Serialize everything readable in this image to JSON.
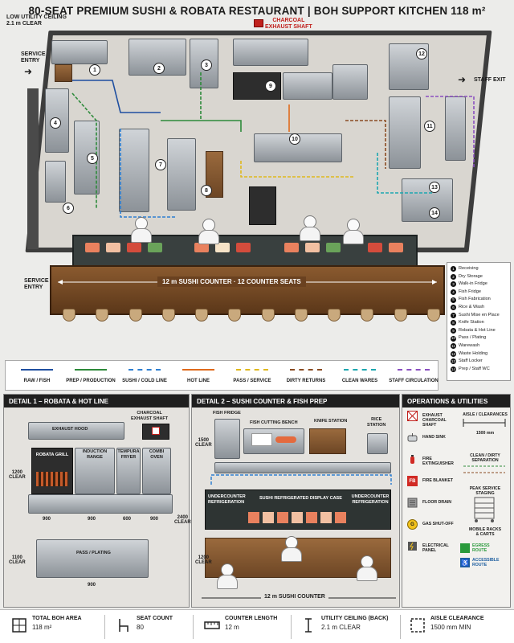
{
  "title": "80-SEAT PREMIUM SUSHI & ROBATA RESTAURANT  |  BOH SUPPORT KITCHEN 118 m²",
  "plan": {
    "low_ceiling_label": "LOW UTILITY CEILING\n2.1 m CLEAR",
    "charcoal_label": "CHARCOAL\nEXHAUST SHAFT",
    "service_entry_top": "SERVICE\nENTRY",
    "service_entry_bottom": "SERVICE\nENTRY",
    "staff_exit": "STAFF EXIT",
    "counter_label": "12 m  SUSHI COUNTER · 12 COUNTER SEATS",
    "counter_seat_count": 12,
    "station_numbers": [
      "1",
      "2",
      "3",
      "4",
      "5",
      "6",
      "7",
      "8",
      "9",
      "10",
      "11",
      "12",
      "13",
      "14"
    ]
  },
  "legend": [
    {
      "num": "1",
      "label": "Receiving"
    },
    {
      "num": "2",
      "label": "Dry Storage"
    },
    {
      "num": "3",
      "label": "Walk-in Fridge"
    },
    {
      "num": "4",
      "label": "Fish Fridge"
    },
    {
      "num": "5",
      "label": "Fish Fabrication"
    },
    {
      "num": "6",
      "label": "Rice & Wash"
    },
    {
      "num": "7",
      "label": "Sushi Mise en Place"
    },
    {
      "num": "8",
      "label": "Knife Station"
    },
    {
      "num": "9",
      "label": "Robata & Hot Line"
    },
    {
      "num": "10",
      "label": "Pass / Plating"
    },
    {
      "num": "11",
      "label": "Warewash"
    },
    {
      "num": "12",
      "label": "Waste Holding"
    },
    {
      "num": "13",
      "label": "Staff Locker"
    },
    {
      "num": "14",
      "label": "Prep / Staff WC"
    }
  ],
  "flows": [
    {
      "label": "RAW / FISH",
      "color": "#1f4fa0",
      "style": "solid"
    },
    {
      "label": "PREP / PRODUCTION",
      "color": "#2d8a3a",
      "style": "solid"
    },
    {
      "label": "SUSHI / COLD LINE",
      "color": "#2e7fd1",
      "style": "dashed"
    },
    {
      "label": "HOT LINE",
      "color": "#e06a1c",
      "style": "solid"
    },
    {
      "label": "PASS / SERVICE",
      "color": "#e0b81c",
      "style": "dashed"
    },
    {
      "label": "DIRTY RETURNS",
      "color": "#8a4b22",
      "style": "dashed"
    },
    {
      "label": "CLEAN WARES",
      "color": "#1ca7b0",
      "style": "dashed"
    },
    {
      "label": "STAFF CIRCULATION",
      "color": "#8a4fc0",
      "style": "dashed"
    }
  ],
  "detail1": {
    "header": "DETAIL 1 – ROBATA & HOT LINE",
    "exhaust_hood": "EXHAUST HOOD",
    "charcoal": "CHARCOAL\nEXHAUST SHAFT",
    "equip": [
      "ROBATA GRILL",
      "INDUCTION\nRANGE",
      "TEMPURA\nFRYER",
      "COMBI\nOVEN"
    ],
    "widths": [
      "900",
      "900",
      "600",
      "900"
    ],
    "clear_top": "1200\nCLEAR",
    "clear_bottom": "1100\nCLEAR",
    "clear_right": "2400\nCLEAR",
    "pass_label": "PASS / PLATING",
    "pass_width": "900"
  },
  "detail2": {
    "header": "DETAIL 2 – SUSHI COUNTER & FISH PREP",
    "fish_fridge": "FISH FRIDGE",
    "cutting_bench": "FISH CUTTING BENCH",
    "knife_station": "KNIFE STATION",
    "rice_station": "RICE\nSTATION",
    "clear_left": "1500\nCLEAR",
    "undercounter_left": "UNDERCOUNTER\nREFRIGERATION",
    "display_case": "SUSHI REFRIGERATED DISPLAY CASE",
    "undercounter_right": "UNDERCOUNTER\nREFRIGERATION",
    "clear_bottom": "1200\nCLEAR",
    "counter_label": "12 m  SUSHI COUNTER"
  },
  "ops": {
    "header": "OPERATIONS & UTILITIES",
    "items": [
      {
        "label": "EXHAUST\nCHARCOAL SHAFT",
        "icon": "exhaust-icon"
      },
      {
        "label": "HAND SINK",
        "icon": "hand-sink-icon"
      },
      {
        "label": "FIRE EXTINGUISHER",
        "icon": "fire-extinguisher-icon"
      },
      {
        "label": "FIRE BLANKET",
        "icon": "fire-blanket-icon",
        "glyph": "FB"
      },
      {
        "label": "FLOOR DRAIN",
        "icon": "floor-drain-icon"
      },
      {
        "label": "GAS SHUT-OFF",
        "icon": "gas-shutoff-icon",
        "glyph": "G"
      },
      {
        "label": "ELECTRICAL PANEL",
        "icon": "electrical-panel-icon"
      }
    ],
    "aisle_title": "AISLE / CLEARANCES",
    "aisle_value": "1500 mm",
    "separation": "CLEAN / DIRTY\nSEPARATION",
    "peak_service": "PEAK SERVICE\nSTAGING",
    "mobile_racks": "MOBILE RACKS\n& CARTS",
    "egress": "EGRESS\nROUTE",
    "accessible": "ACCESSIBLE\nROUTE"
  },
  "footer": [
    {
      "key": "TOTAL BOH AREA",
      "value": "118 m²",
      "icon": "area-icon"
    },
    {
      "key": "SEAT COUNT",
      "value": "80",
      "icon": "chair-icon"
    },
    {
      "key": "COUNTER LENGTH",
      "value": "12 m",
      "icon": "ruler-icon"
    },
    {
      "key": "UTILITY CEILING (BACK)",
      "value": "2.1 m CLEAR",
      "icon": "height-icon"
    },
    {
      "key": "AISLE CLEARANCE",
      "value": "1500 mm MIN",
      "icon": "aisle-icon"
    }
  ]
}
